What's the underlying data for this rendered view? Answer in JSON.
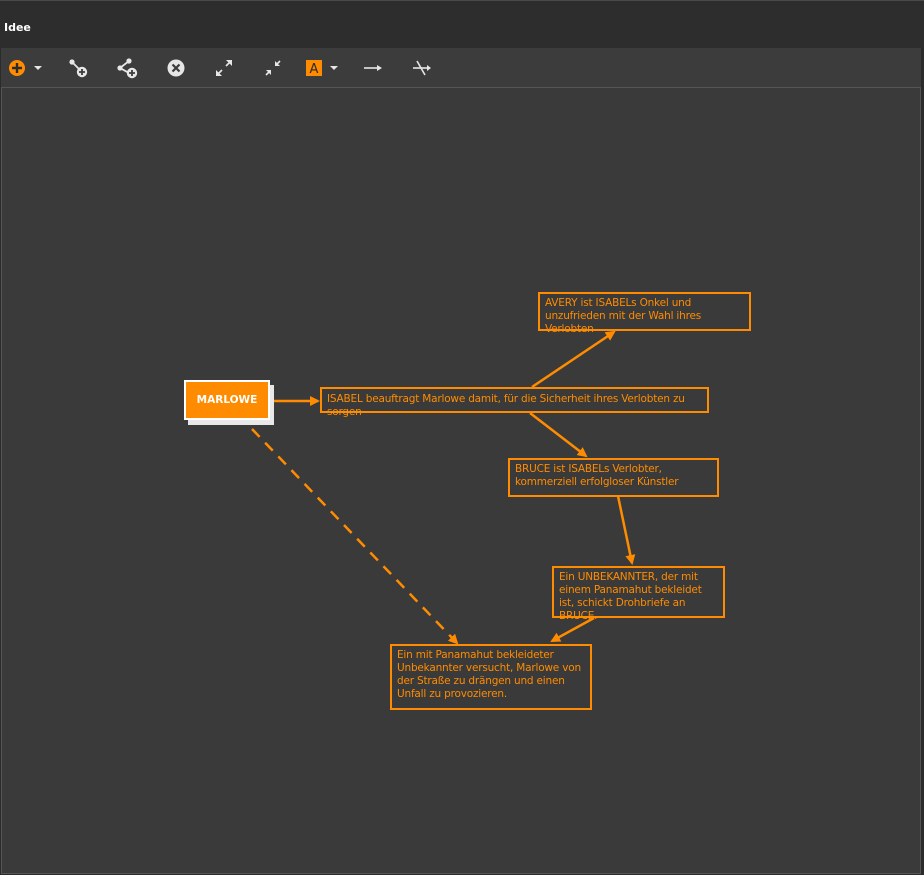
{
  "window": {
    "title": "Idee"
  },
  "toolbar": {
    "buttons": [
      {
        "name": "add-topic-button",
        "icon": "plus-circle-icon",
        "has_dropdown": true
      },
      {
        "name": "add-child-button",
        "icon": "connect-node-icon"
      },
      {
        "name": "share-relation-button",
        "icon": "share-icon"
      },
      {
        "name": "delete-button",
        "icon": "close-circle-icon"
      },
      {
        "name": "expand-button",
        "icon": "expand-icon"
      },
      {
        "name": "collapse-button",
        "icon": "collapse-icon"
      },
      {
        "name": "text-style-button",
        "icon": "font-a-icon",
        "label": "A",
        "has_dropdown": true
      },
      {
        "name": "arrow-line-button",
        "icon": "arrow-right-icon"
      },
      {
        "name": "remove-link-button",
        "icon": "unlink-icon"
      }
    ]
  },
  "colors": {
    "accent": "#ff8c00",
    "background": "#3a3a3a",
    "titlebar": "#2d2d2e"
  },
  "mindmap": {
    "root": "MARLOWE",
    "nodes": [
      {
        "id": "isabel",
        "text": "ISABEL beauftragt Marlowe damit, für die Sicherheit ihres Verlobten zu sorgen"
      },
      {
        "id": "avery",
        "text": "AVERY ist ISABELs Onkel und unzufrieden mit der Wahl ihres Verlobten"
      },
      {
        "id": "bruce",
        "text": "BRUCE ist ISABELs Verlobter, kommerziell erfolgloser Künstler"
      },
      {
        "id": "unbekannter",
        "text": "Ein UNBEKANNTER, der mit einem Panamahut  bekleidet ist, schickt Drohbriefe an BRUCE."
      },
      {
        "id": "panamahut",
        "text": "Ein mit Panamahut bekleideter Unbekannter versucht, Marlowe von der Straße zu drängen und einen Unfall zu provozieren."
      }
    ]
  }
}
